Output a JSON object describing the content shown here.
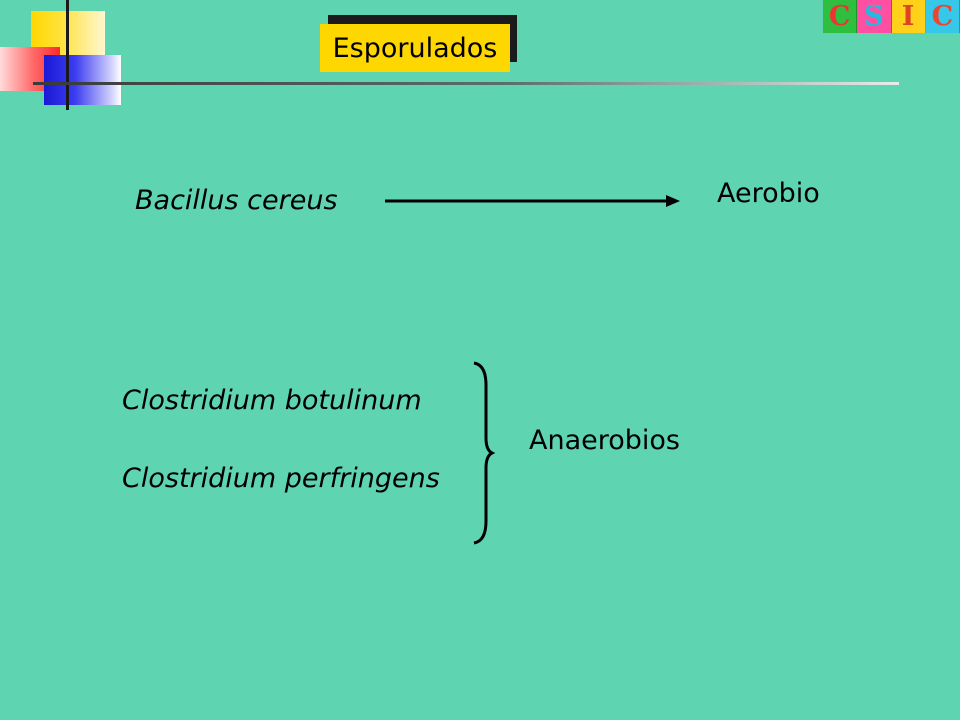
{
  "slide": {
    "title": "Esporulados",
    "logo": {
      "letters": [
        "C",
        "S",
        "I",
        "C"
      ]
    },
    "aerobic": {
      "organism": "Bacillus cereus",
      "classification": "Aerobio"
    },
    "anaerobic": {
      "organisms": [
        "Clostridium botulinum",
        "Clostridium perfringens"
      ],
      "classification": "Anaerobios"
    }
  },
  "colors": {
    "background": "#5fd4b1",
    "title_box": "#ffd700",
    "accent_red": "#ff2a2a",
    "accent_blue": "#1a1ad6"
  },
  "icons": [
    "arrow-right-icon",
    "right-brace-icon",
    "csic-logo"
  ]
}
